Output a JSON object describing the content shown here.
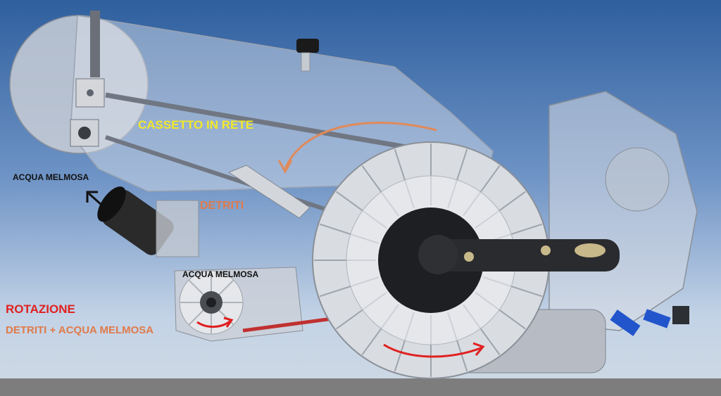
{
  "labels": {
    "cassetto_in_rete": "CASSETTO IN RETE",
    "acqua_melmosa_left": "ACQUA MELMOSA",
    "detriti": "DETRITI",
    "acqua_melmosa_center": "ACQUA MELMOSA",
    "rotazione": "ROTAZIONE",
    "detriti_acqua_melmosa": "DETRITI + ACQUA MELMOSA"
  },
  "colors": {
    "cassetto_in_rete": "#f2e82a",
    "acqua_melmosa": "#111111",
    "detriti": "#e07a4a",
    "rotazione": "#e02020",
    "detriti_acqua_melmosa": "#e07a4a",
    "background_top": "#2f5f9e",
    "background_bottom": "#cfd9e3",
    "ground": "#7d7d7d"
  }
}
